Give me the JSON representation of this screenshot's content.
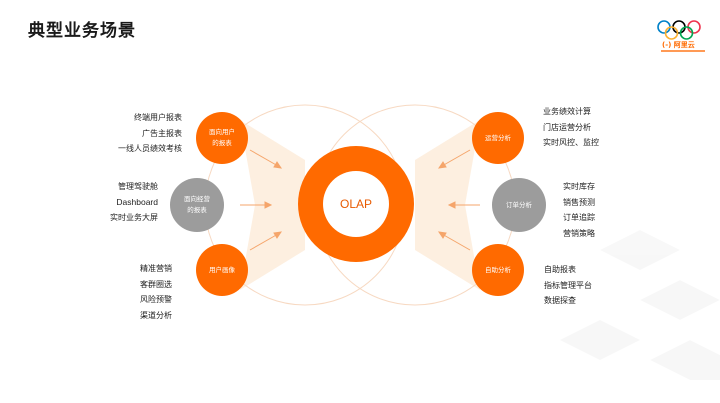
{
  "title": "典型业务场景",
  "logo": {
    "rings_icon": "olympic-rings-icon",
    "brand_text": "(-) 阿里云"
  },
  "center": {
    "label": "OLAP"
  },
  "left_nodes": [
    {
      "label": "面向用户\n的报表",
      "color": "#ff6a00",
      "items": [
        "终端用户报表",
        "广告主报表",
        "一线人员绩效考核"
      ]
    },
    {
      "label": "面向经营\n的报表",
      "color": "#9c9c9c",
      "items": [
        "管理驾驶舱",
        "Dashboard",
        "实时业务大屏"
      ]
    },
    {
      "label": "用户画像",
      "color": "#ff6a00",
      "items": [
        "精准营销",
        "客群圈选",
        "风险预警",
        "渠道分析"
      ]
    }
  ],
  "right_nodes": [
    {
      "label": "运营分析",
      "color": "#ff6a00",
      "items": [
        "业务绩效计算",
        "门店运营分析",
        "实时风控、监控"
      ]
    },
    {
      "label": "订单分析",
      "color": "#9c9c9c",
      "items": [
        "实时库存",
        "销售预测",
        "订单追踪",
        "营销策略"
      ]
    },
    {
      "label": "自助分析",
      "color": "#ff6a00",
      "items": [
        "自助报表",
        "指标管理平台",
        "数据探查"
      ]
    }
  ],
  "colors": {
    "accent": "#ff6a00",
    "gray": "#9c9c9c",
    "band": "#fdebd8"
  }
}
